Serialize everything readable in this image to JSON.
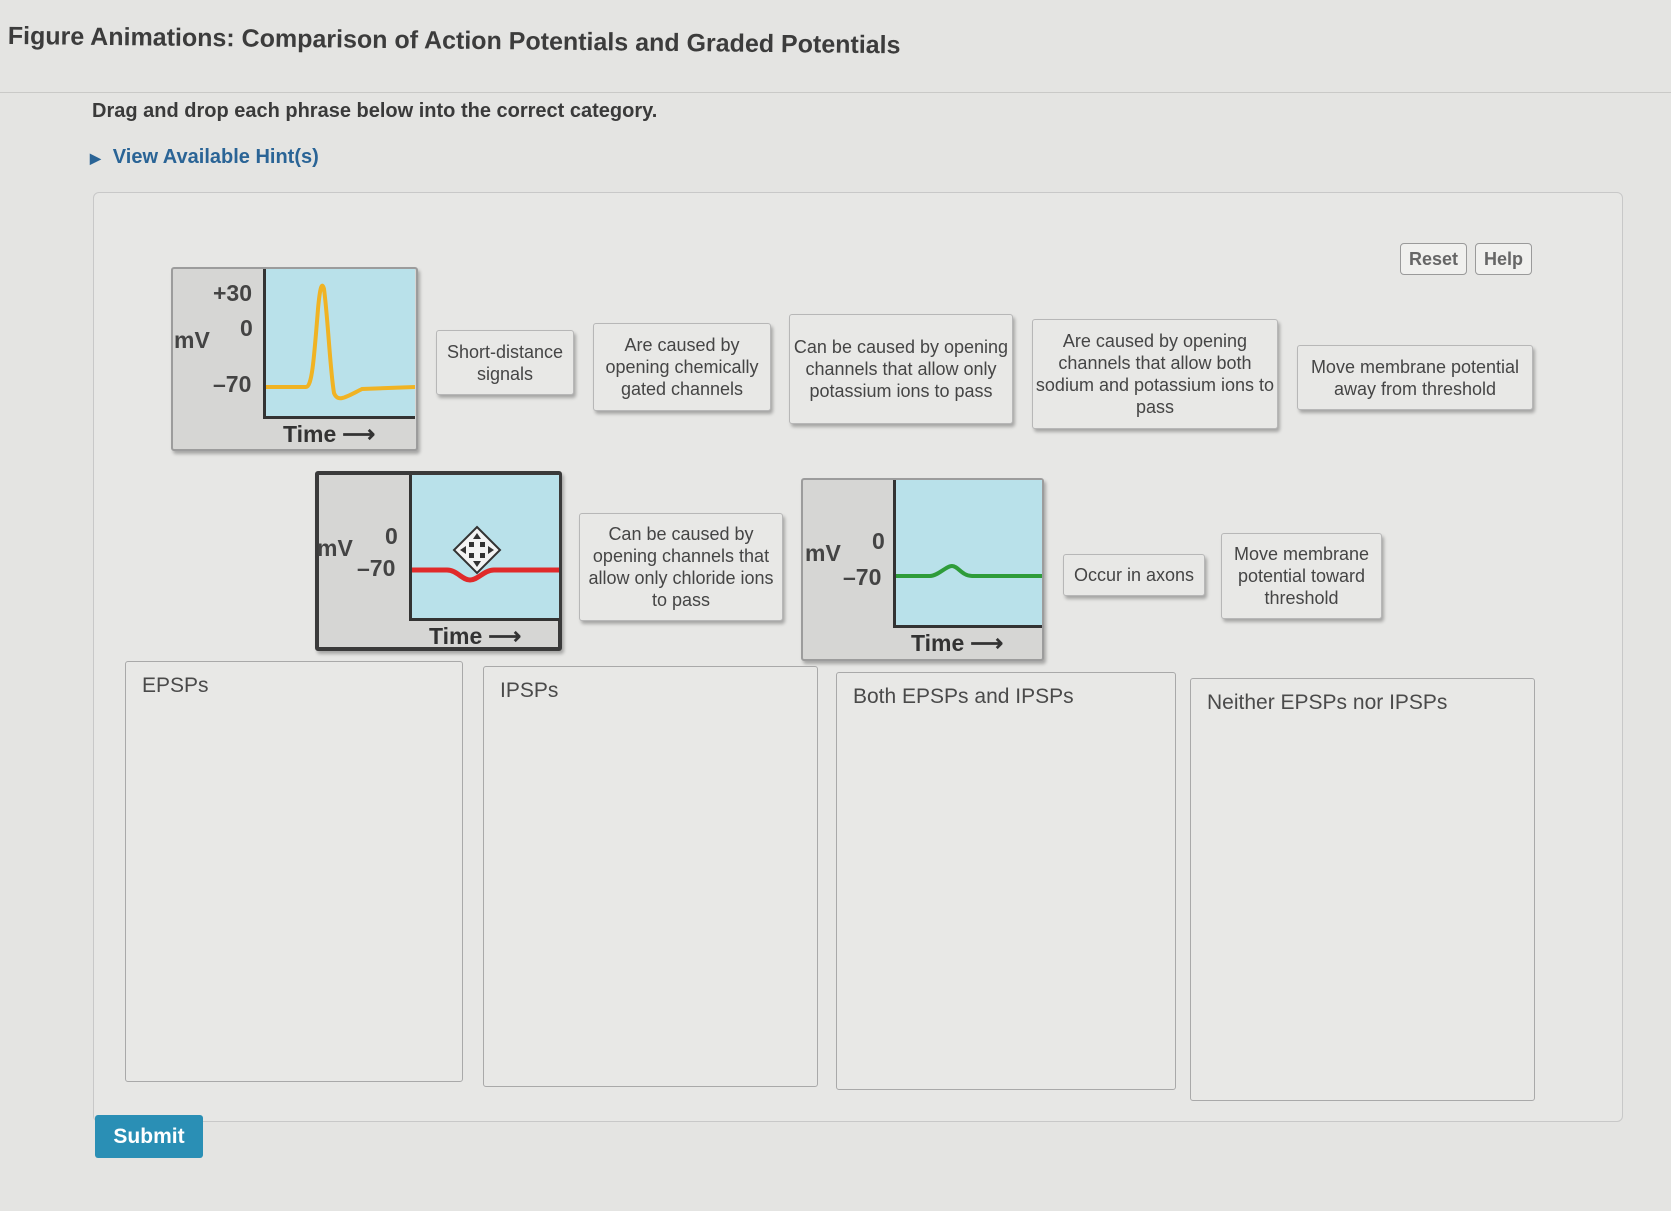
{
  "title": "Figure Animations: Comparison of Action Potentials and Graded Potentials",
  "instructions": "Drag and drop each phrase below into the correct category.",
  "hint_link": "View Available Hint(s)",
  "toolbar": {
    "reset_label": "Reset",
    "help_label": "Help"
  },
  "graphs": {
    "action_potential": {
      "ylabel": "mV",
      "tick_top": "+30",
      "tick_mid": "0",
      "tick_low": "–70",
      "xlabel": "Time",
      "line_color": "#f0b323"
    },
    "ipsp": {
      "ylabel": "mV",
      "tick_mid": "0",
      "tick_low": "–70",
      "xlabel": "Time",
      "line_color": "#e02a2a"
    },
    "epsp": {
      "ylabel": "mV",
      "tick_mid": "0",
      "tick_low": "–70",
      "xlabel": "Time",
      "line_color": "#2e9c3a"
    }
  },
  "chips": [
    "Short-distance signals",
    "Are caused by opening chemically gated channels",
    "Can be caused by opening channels that allow only potassium ions to pass",
    "Are caused by opening channels that allow both sodium and potassium ions to pass",
    "Move membrane potential away from threshold",
    "Can be caused by opening channels that allow only chloride ions to pass",
    "Occur in axons",
    "Move membrane potential toward threshold"
  ],
  "zones": [
    "EPSPs",
    "IPSPs",
    "Both EPSPs and IPSPs",
    "Neither EPSPs nor IPSPs"
  ],
  "submit_label": "Submit"
}
